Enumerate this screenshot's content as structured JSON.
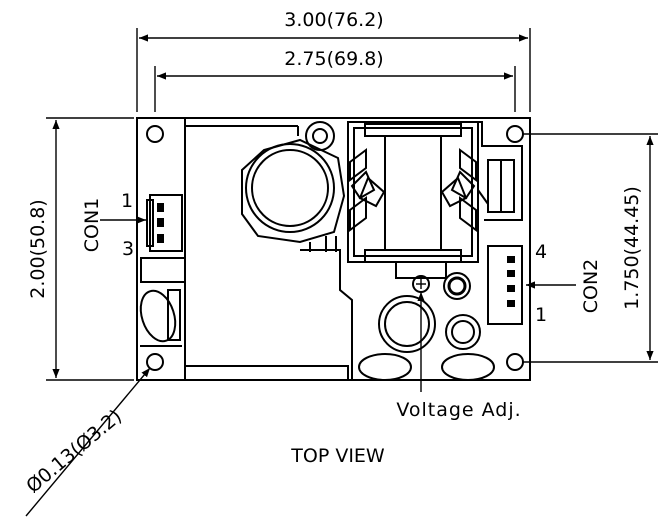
{
  "dimensions": {
    "overall_width": "3.00(76.2)",
    "hole_spacing_width": "2.75(69.8)",
    "overall_height": "2.00(50.8)",
    "hole_spacing_height": "1.750(44.45)",
    "hole_diameter": "Ø0.13(Ø3.2)"
  },
  "connectors": {
    "con1": {
      "label": "CON1",
      "pin_top": "1",
      "pin_bottom": "3"
    },
    "con2": {
      "label": "CON2",
      "pin_top": "4",
      "pin_bottom": "1"
    }
  },
  "annotations": {
    "voltage_adj": "Voltage Adj.",
    "view_label": "TOP VIEW"
  }
}
